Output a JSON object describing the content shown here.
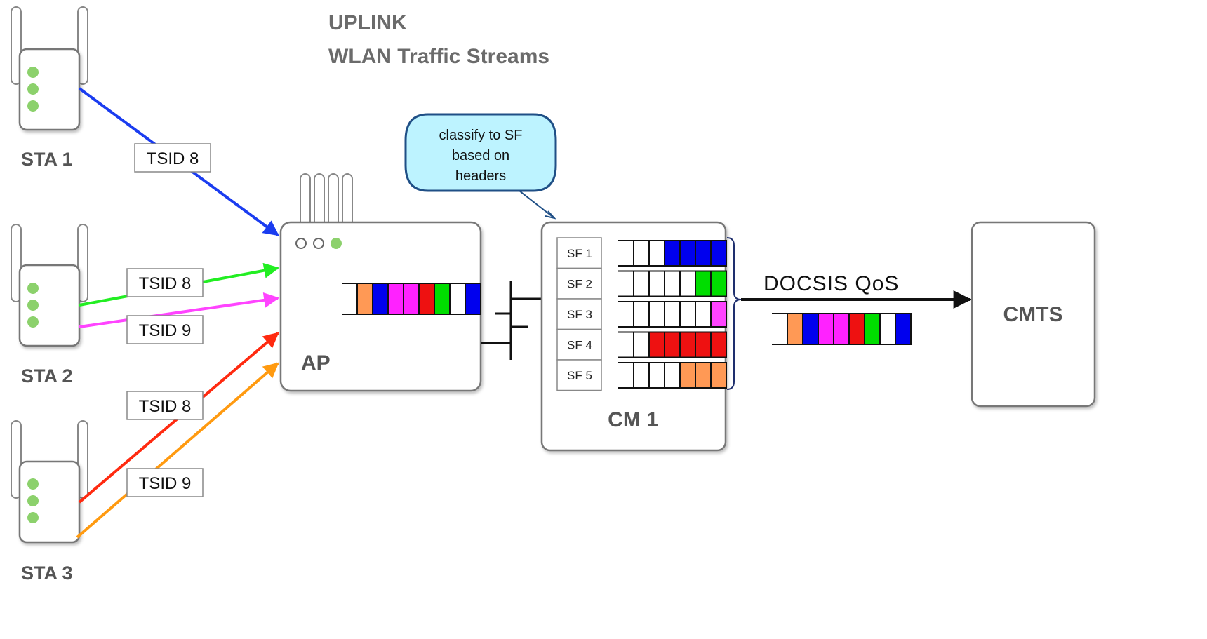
{
  "title": {
    "line1": "UPLINK",
    "line2": "WLAN Traffic Streams"
  },
  "stations": [
    {
      "label": "STA 1"
    },
    {
      "label": "STA 2"
    },
    {
      "label": "STA 3"
    }
  ],
  "tsid_labels": [
    "TSID 8",
    "TSID 8",
    "TSID 9",
    "TSID 8",
    "TSID 9"
  ],
  "ap": {
    "label": "AP",
    "queue_colors": [
      "#ff9955",
      "#0000ee",
      "#ff22ff",
      "#ff22ff",
      "#ee1111",
      "#00dd00",
      "#ffffff",
      "#0000ee"
    ]
  },
  "cm": {
    "label": "CM 1",
    "service_flows": [
      {
        "label": "SF 1",
        "queue_colors": [
          "#ffffff",
          "#ffffff",
          "#0000ee",
          "#0000ee",
          "#0000ee",
          "#0000ee"
        ]
      },
      {
        "label": "SF 2",
        "queue_colors": [
          "#ffffff",
          "#ffffff",
          "#ffffff",
          "#ffffff",
          "#00dd00",
          "#00dd00"
        ]
      },
      {
        "label": "SF 3",
        "queue_colors": [
          "#ffffff",
          "#ffffff",
          "#ffffff",
          "#ffffff",
          "#ffffff",
          "#ff44ff"
        ]
      },
      {
        "label": "SF 4",
        "queue_colors": [
          "#ffffff",
          "#ee1111",
          "#ee1111",
          "#ee1111",
          "#ee1111",
          "#ee1111"
        ]
      },
      {
        "label": "SF 5",
        "queue_colors": [
          "#ffffff",
          "#ffffff",
          "#ffffff",
          "#ff9955",
          "#ff9955",
          "#ff9955"
        ]
      }
    ]
  },
  "callout": {
    "line1": "classify to SF",
    "line2": "based on",
    "line3": "headers"
  },
  "link": {
    "label": "DOCSIS  QoS",
    "queue_colors": [
      "#ff9955",
      "#0000ee",
      "#ff22ff",
      "#ff22ff",
      "#ee1111",
      "#00dd00",
      "#ffffff",
      "#0000ee"
    ]
  },
  "cmts": {
    "label": "CMTS"
  },
  "colors": {
    "stream_blue": "#1a3cf0",
    "stream_green": "#22ee22",
    "stream_magenta": "#ff44ff",
    "stream_red": "#ff2a10",
    "stream_orange": "#ff9a10",
    "led_green": "#8cd16c",
    "callout_fill": "#bdf3ff",
    "callout_stroke": "#1f4f86"
  }
}
